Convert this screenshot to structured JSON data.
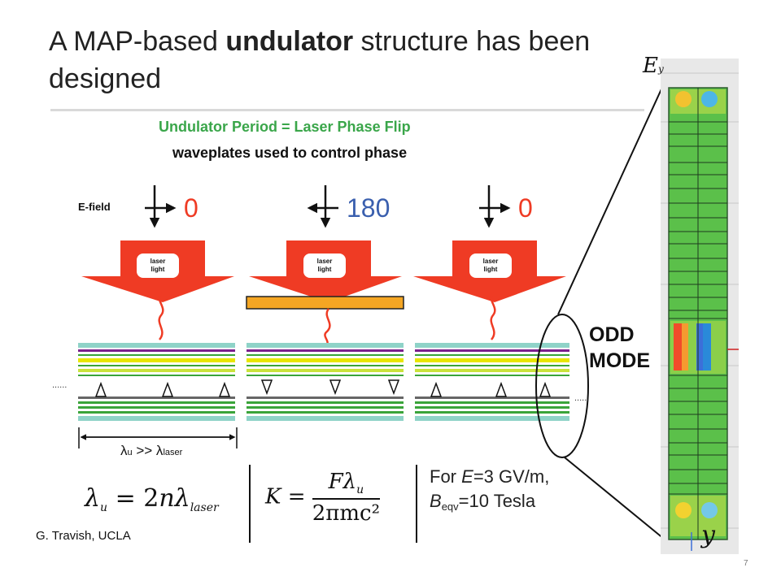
{
  "title": {
    "part1": "A MAP-based ",
    "bold": "undulator",
    "part2": " structure has been designed"
  },
  "subtitle_green": "Undulator Period = Laser Phase Flip",
  "subtitle_black": "waveplates used to control phase",
  "efield_label": "E-field",
  "phases": [
    "0",
    "180",
    "0"
  ],
  "laser_label_line1": "laser",
  "laser_label_line2": "light",
  "dots_left": "......",
  "dots_right": "......",
  "lambda_relation": {
    "lhs": "λ",
    "lhs_sub": "u",
    "op": " >> λ",
    "rhs_sub": "laser"
  },
  "equation1": {
    "lhs": "λ",
    "lhs_sub": "u",
    "eq": " = 2",
    "n": "n",
    "lam": "λ",
    "sub": "laser"
  },
  "equation2": {
    "K": "K",
    "eq": " = ",
    "num_F": "F",
    "num_lam": "λ",
    "num_sub": "u",
    "den": "2πmc²"
  },
  "note": {
    "line1a": "For ",
    "E": "E",
    "line1b": "=3 GV/m,",
    "B": "B",
    "B_sub": "eqv",
    "line2b": "=10 Tesla"
  },
  "odd_mode_line1": "ODD",
  "odd_mode_line2": "MODE",
  "axis_ey": "E",
  "axis_ey_sub": "y",
  "axis_y": "y",
  "credit": "G. Travish, UCLA",
  "page_number": "7",
  "colors": {
    "laser_red": "#ef3b24",
    "phase_blue": "#3a5fae",
    "waveplate_orange": "#f5a623",
    "text_green": "#3aa64a"
  }
}
